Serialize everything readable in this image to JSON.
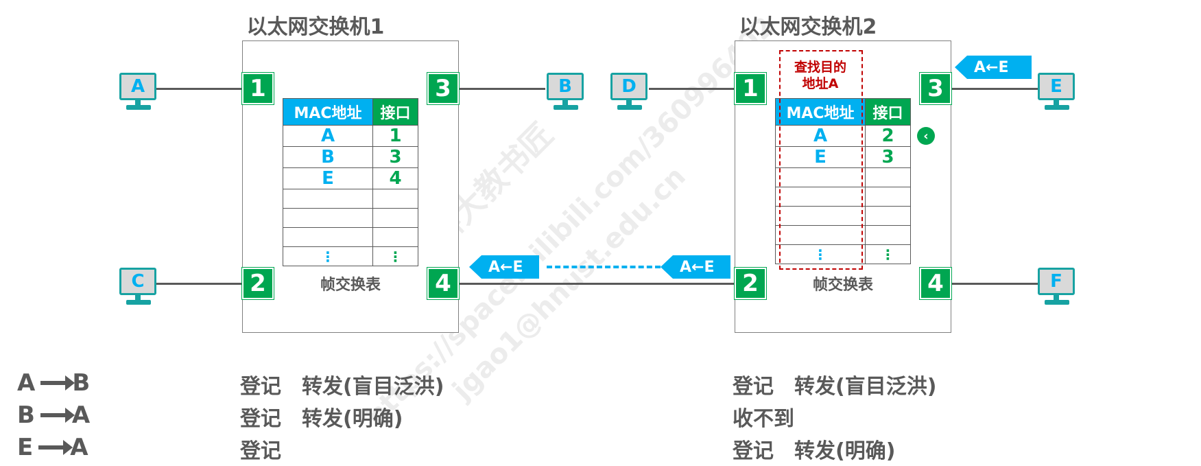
{
  "switch1": {
    "title": "以太网交换机1",
    "ports": [
      "1",
      "2",
      "3",
      "4"
    ],
    "table": {
      "header_mac": "MAC地址",
      "header_port": "接口",
      "rows": [
        {
          "mac": "A",
          "port": "1"
        },
        {
          "mac": "B",
          "port": "3"
        },
        {
          "mac": "E",
          "port": "4"
        },
        {
          "mac": "",
          "port": ""
        },
        {
          "mac": "",
          "port": ""
        },
        {
          "mac": "",
          "port": ""
        },
        {
          "mac": "⋮",
          "port": "⋮"
        }
      ],
      "caption": "帧交换表"
    }
  },
  "switch2": {
    "title": "以太网交换机2",
    "ports": [
      "1",
      "2",
      "3",
      "4"
    ],
    "table": {
      "header_mac": "MAC地址",
      "header_port": "接口",
      "rows": [
        {
          "mac": "A",
          "port": "2"
        },
        {
          "mac": "E",
          "port": "3"
        },
        {
          "mac": "",
          "port": ""
        },
        {
          "mac": "",
          "port": ""
        },
        {
          "mac": "",
          "port": ""
        },
        {
          "mac": "",
          "port": ""
        },
        {
          "mac": "⋮",
          "port": "⋮"
        }
      ],
      "caption": "帧交换表"
    },
    "lookup_label_line1": "查找目的",
    "lookup_label_line2": "地址A",
    "marker": "‹"
  },
  "hosts": [
    "A",
    "B",
    "C",
    "D",
    "E",
    "F"
  ],
  "frames": {
    "label": "A←E"
  },
  "scenarios": [
    {
      "src": "A",
      "dst": "B",
      "sw1": "登记　转发(盲目泛洪)",
      "sw2": "登记　转发(盲目泛洪)"
    },
    {
      "src": "B",
      "dst": "A",
      "sw1": "登记　转发(明确)",
      "sw2": "收不到"
    },
    {
      "src": "E",
      "dst": "A",
      "sw1": "登记",
      "sw2": "登记　转发(明确)"
    }
  ],
  "colors": {
    "port_green": "#00a651",
    "mac_blue": "#00b0f0",
    "lookup_red": "#c00000",
    "pc_teal": "#17a2a2"
  },
  "watermark": {
    "line1": "湖科大教书匠",
    "line2": "https://space.bilibili.com/360996402",
    "line3": "jgao1@hnust.edu.cn"
  }
}
